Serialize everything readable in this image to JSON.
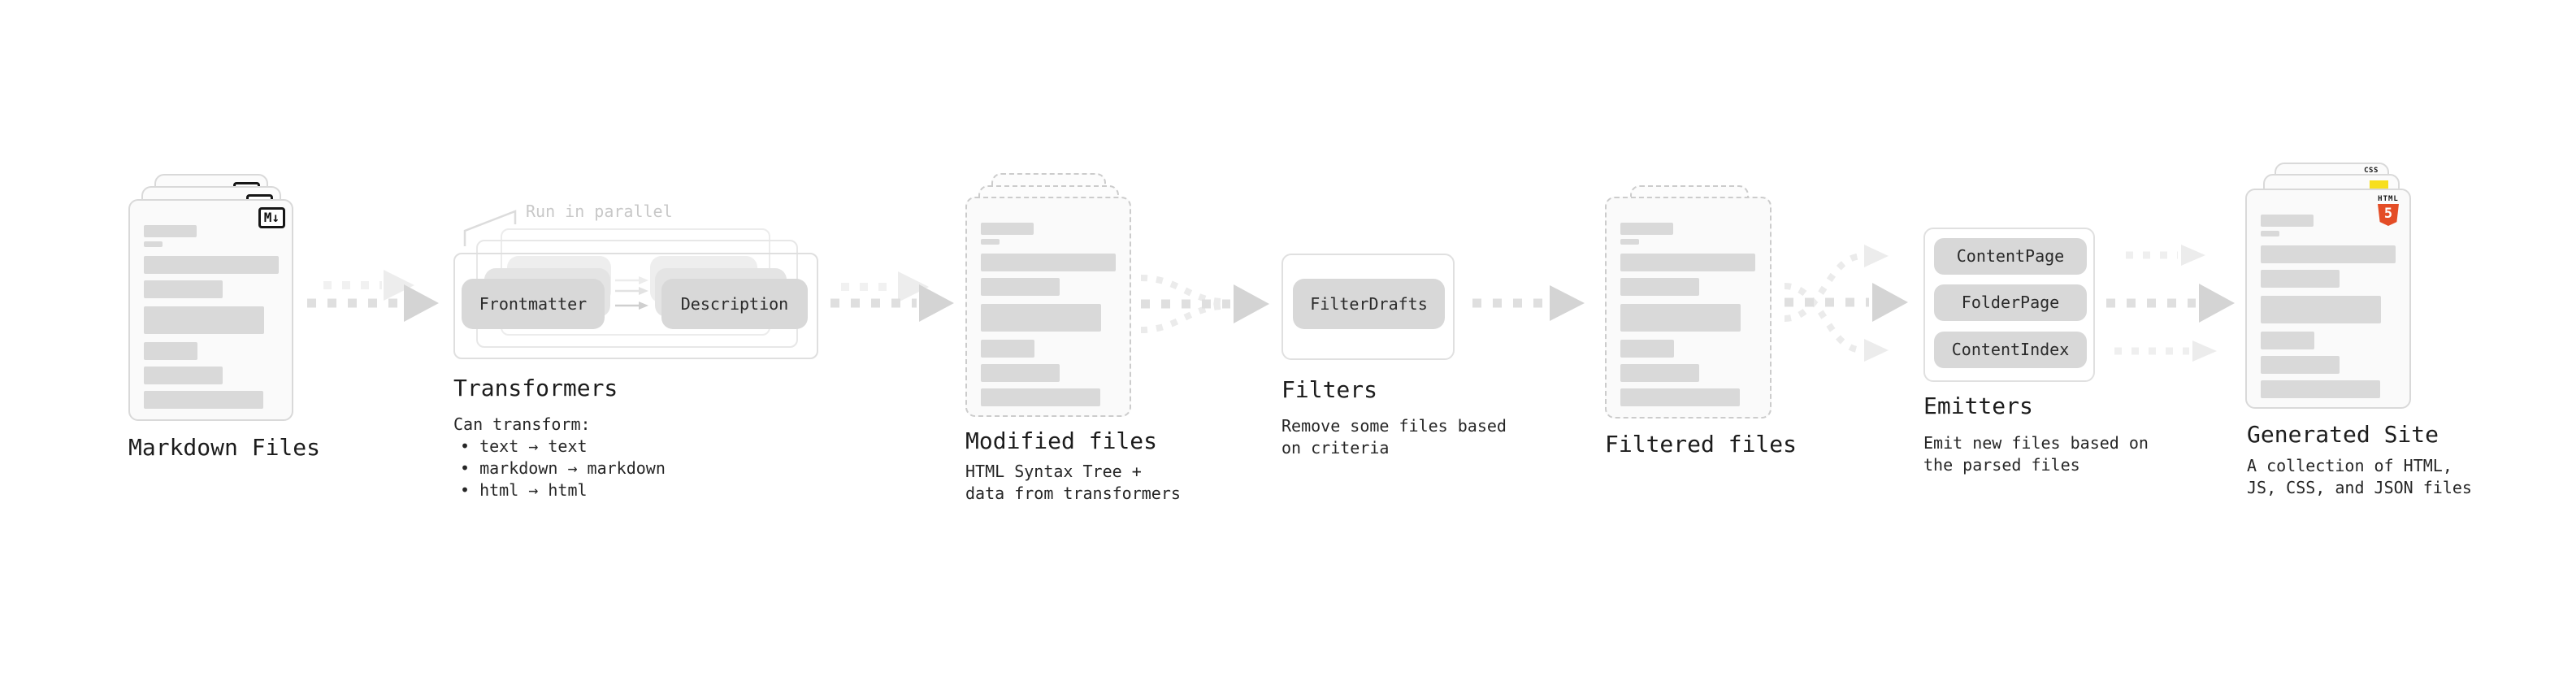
{
  "diagram": {
    "markdown_files": {
      "label": "Markdown Files",
      "badge": "M↓"
    },
    "transformers": {
      "note": "Run in parallel",
      "pill_left": "Frontmatter",
      "pill_right": "Description",
      "title": "Transformers",
      "subtitle": "Can transform:",
      "bullets": [
        "• text → text",
        "• markdown → markdown",
        "• html → html"
      ]
    },
    "modified_files": {
      "label": "Modified files",
      "description": "HTML Syntax Tree +\ndata from transformers"
    },
    "filters": {
      "title": "Filters",
      "pill": "FilterDrafts",
      "description": "Remove some files based\non criteria"
    },
    "filtered_files": {
      "label": "Filtered files"
    },
    "emitters": {
      "title": "Emitters",
      "pills": [
        "ContentPage",
        "FolderPage",
        "ContentIndex"
      ],
      "description": "Emit new files based on\nthe parsed files"
    },
    "generated_site": {
      "label": "Generated Site",
      "description": "A collection of HTML,\nJS, CSS, and JSON files",
      "html5_badge_text": "HTML",
      "html5_badge_number": "5",
      "css_badge_text": "CSS"
    }
  },
  "colors": {
    "html5_orange": "#e44d26",
    "js_yellow": "#f7df1e",
    "css_blue": "#2962f2",
    "pill_gray": "#d8d8d8",
    "card_border_gray": "#d9d9d9",
    "dashed_border_gray": "#cccccc",
    "arrow_gray": "#dfdfdf",
    "text_dark": "#1c1c1c",
    "note_gray": "#c8c8c8"
  }
}
